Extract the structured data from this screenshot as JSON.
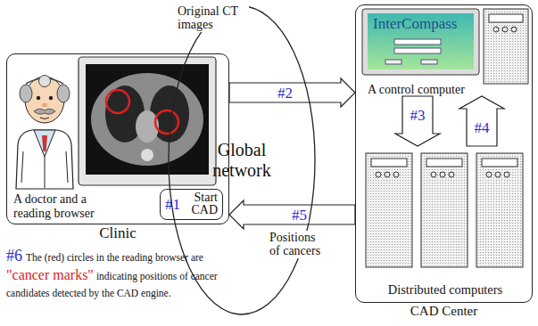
{
  "diagram": {
    "nodes": [
      {
        "text": [
          "Clinic",
          "A doctor and a reading browser"
        ]
      },
      {
        "text": [
          "#1",
          "Start CAD"
        ],
        "in": 0
      },
      {
        "text": [
          "Global network"
        ]
      },
      {
        "text": [
          "CAD Center"
        ]
      },
      {
        "text": [
          "A control computer"
        ],
        "in": 3
      },
      {
        "text": [
          "Distributed computers"
        ],
        "in": 3
      }
    ],
    "edges": [
      {
        "from": 0,
        "to": 3,
        "arrow": "to",
        "label": "#2"
      },
      {
        "from": 3,
        "to": 0,
        "arrow": "to",
        "label": "#5"
      },
      {
        "from": 4,
        "to": 5,
        "arrow": "to",
        "label": "#3"
      },
      {
        "from": 5,
        "to": 4,
        "arrow": "to",
        "label": "#4"
      }
    ],
    "labels": [
      "Original CT images",
      "Positions of cancers",
      "InterCompass",
      "#6",
      "The (red) circles in the reading browser are",
      "\"cancer marks\"",
      "indicating positions of cancer candidates detected by the CAD engine."
    ]
  }
}
